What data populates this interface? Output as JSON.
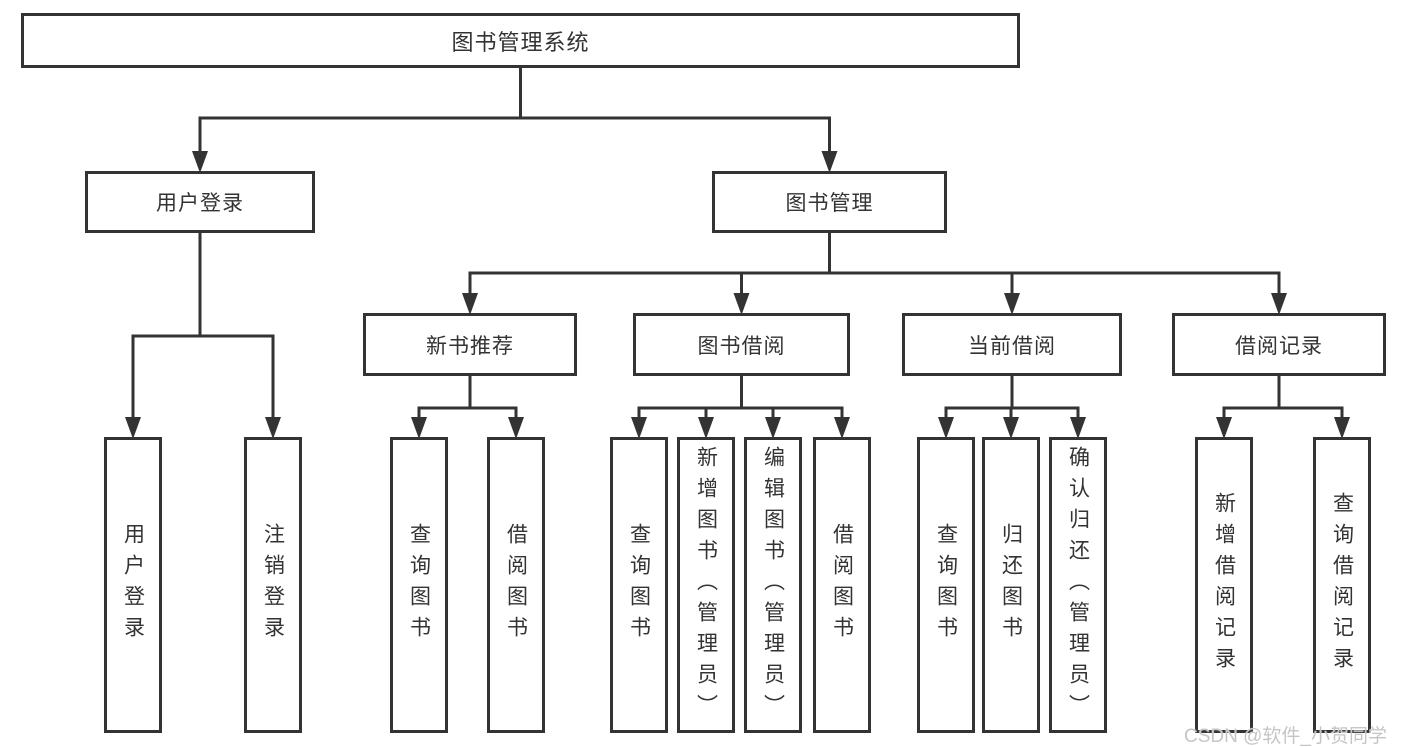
{
  "diagram": {
    "title": "图书管理系统",
    "colors": {
      "line": "#333333",
      "text": "#333333",
      "background": "#ffffff",
      "watermark": "#c5c5c5"
    },
    "nodes": [
      {
        "id": "root",
        "label": "图书管理系统",
        "level": 1,
        "parent": null
      },
      {
        "id": "user-login",
        "label": "用户登录",
        "level": 2,
        "parent": "root"
      },
      {
        "id": "book-management",
        "label": "图书管理",
        "level": 2,
        "parent": "root"
      },
      {
        "id": "new-book-recommend",
        "label": "新书推荐",
        "level": 3,
        "parent": "book-management"
      },
      {
        "id": "book-borrow",
        "label": "图书借阅",
        "level": 3,
        "parent": "book-management"
      },
      {
        "id": "current-borrow",
        "label": "当前借阅",
        "level": 3,
        "parent": "book-management"
      },
      {
        "id": "borrow-records",
        "label": "借阅记录",
        "level": 3,
        "parent": "book-management"
      },
      {
        "id": "leaf-user-login",
        "label": "用户登录",
        "level": 4,
        "parent": "user-login"
      },
      {
        "id": "leaf-logout",
        "label": "注销登录",
        "level": 4,
        "parent": "user-login"
      },
      {
        "id": "leaf-query-book-1",
        "label": "查询图书",
        "level": 4,
        "parent": "new-book-recommend"
      },
      {
        "id": "leaf-borrow-book-1",
        "label": "借阅图书",
        "level": 4,
        "parent": "new-book-recommend"
      },
      {
        "id": "leaf-query-book-2",
        "label": "查询图书",
        "level": 4,
        "parent": "book-borrow"
      },
      {
        "id": "leaf-add-book",
        "label": "新增图书（管理员）",
        "level": 4,
        "parent": "book-borrow"
      },
      {
        "id": "leaf-edit-book",
        "label": "编辑图书（管理员）",
        "level": 4,
        "parent": "book-borrow"
      },
      {
        "id": "leaf-borrow-book-2",
        "label": "借阅图书",
        "level": 4,
        "parent": "book-borrow"
      },
      {
        "id": "leaf-query-book-3",
        "label": "查询图书",
        "level": 4,
        "parent": "current-borrow"
      },
      {
        "id": "leaf-return-book",
        "label": "归还图书",
        "level": 4,
        "parent": "current-borrow"
      },
      {
        "id": "leaf-confirm-return",
        "label": "确认归还（管理员）",
        "level": 4,
        "parent": "current-borrow"
      },
      {
        "id": "leaf-add-borrow-record",
        "label": "新增借阅记录",
        "level": 4,
        "parent": "borrow-records"
      },
      {
        "id": "leaf-query-borrow-record",
        "label": "查询借阅记录",
        "level": 4,
        "parent": "borrow-records"
      }
    ]
  },
  "watermark": {
    "text": "CSDN @软件_小贺同学"
  }
}
